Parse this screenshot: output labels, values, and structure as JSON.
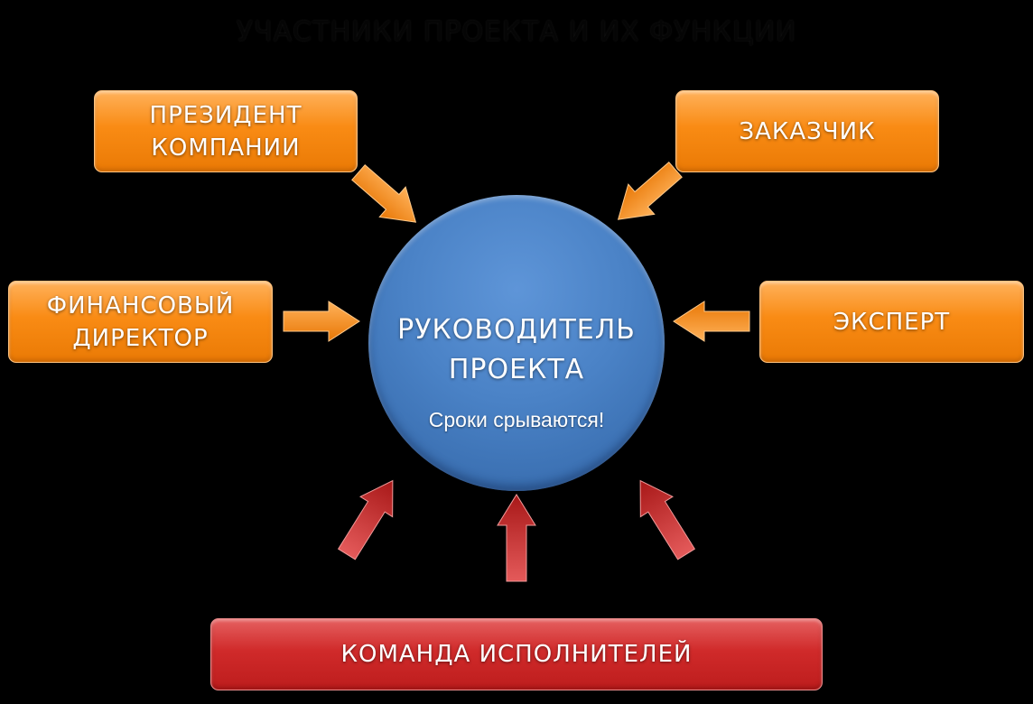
{
  "title": "УЧАСТНИКИ ПРОЕКТА И ИХ ФУНКЦИИ",
  "center": {
    "lines": [
      "РУКОВОДИТЕЛЬ",
      "ПРОЕКТА"
    ],
    "note": "Сроки срываются!"
  },
  "participants": {
    "president": [
      "ПРЕЗИДЕНТ",
      "КОМПАНИИ"
    ],
    "customer": [
      "ЗАКАЗЧИК"
    ],
    "cfo": [
      "ФИНАНСОВЫЙ",
      "ДИРЕКТОР"
    ],
    "expert": [
      "ЭКСПЕРТ"
    ],
    "team": [
      "КОМАНДА ИСПОЛНИТЕЛЕЙ"
    ]
  },
  "colors": {
    "background": "#000000",
    "orange_box": "#f98b14",
    "red_box": "#d02a2a",
    "circle": "#4a82c6"
  }
}
